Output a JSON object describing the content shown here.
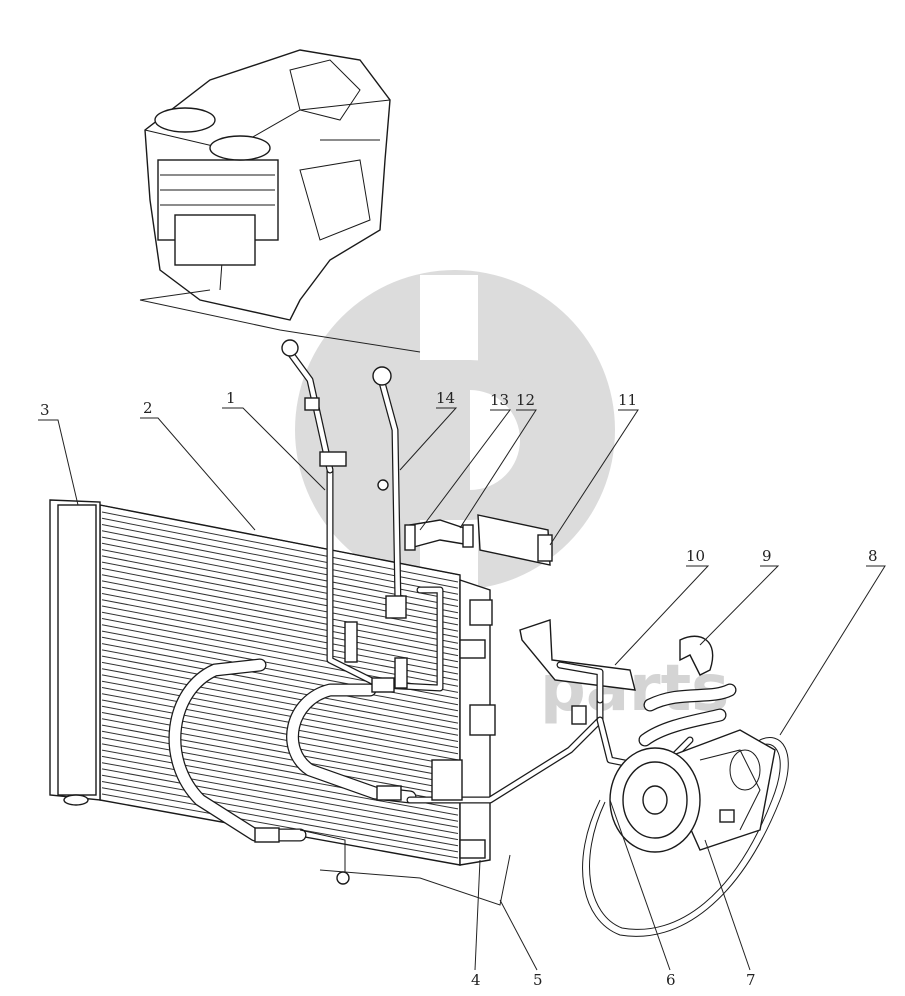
{
  "diagram": {
    "watermark": {
      "text": "parts",
      "color": "#d8d8d8"
    },
    "callouts": [
      {
        "id": "1",
        "text": "1"
      },
      {
        "id": "2",
        "text": "2"
      },
      {
        "id": "3",
        "text": "3"
      },
      {
        "id": "4",
        "text": "4"
      },
      {
        "id": "5",
        "text": "5"
      },
      {
        "id": "6",
        "text": "6"
      },
      {
        "id": "7",
        "text": "7"
      },
      {
        "id": "8",
        "text": "8"
      },
      {
        "id": "9",
        "text": "9"
      },
      {
        "id": "10",
        "text": "10"
      },
      {
        "id": "11",
        "text": "11"
      },
      {
        "id": "12",
        "text": "12"
      },
      {
        "id": "13",
        "text": "13"
      },
      {
        "id": "14",
        "text": "14"
      }
    ]
  }
}
